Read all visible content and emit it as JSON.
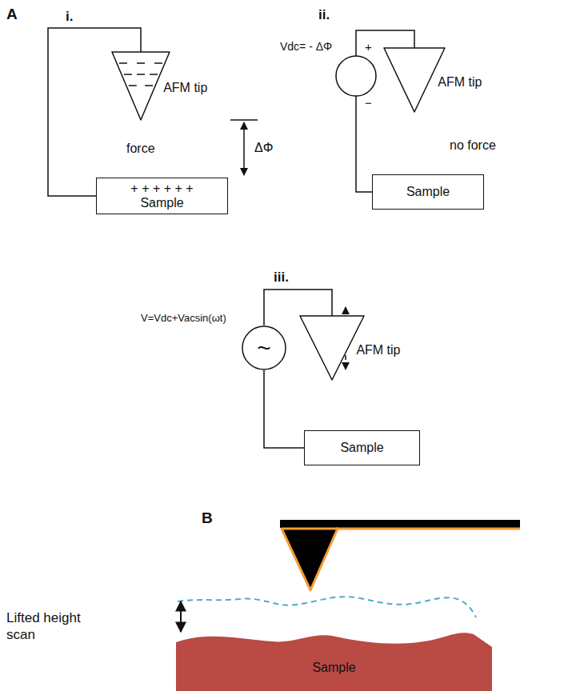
{
  "diagram": {
    "nodes": [
      {
        "text": [
          "AFM tip"
        ]
      },
      {
        "text": [
          "+ + + + + +",
          "Sample"
        ]
      },
      {
        "text": [
          "AFM tip"
        ]
      },
      {
        "text": [
          "Sample"
        ]
      },
      {
        "text": [
          "~"
        ]
      },
      {
        "text": [
          "AFM tip"
        ]
      },
      {
        "text": [
          "Sample"
        ]
      },
      {
        "text": [
          "Sample"
        ]
      }
    ],
    "edges": [
      {
        "from": 0,
        "to": 1,
        "arrow": "none"
      },
      {
        "from": 2,
        "to": 3,
        "arrow": "none"
      },
      {
        "from": 4,
        "to": 5,
        "arrow": "none"
      },
      {
        "from": 4,
        "to": 6,
        "arrow": "none"
      }
    ],
    "labels": [
      "A",
      "i.",
      "force",
      "ΔΦ",
      "ii.",
      "Vdc= - ΔΦ",
      "+",
      "−",
      "no force",
      "iii.",
      "V=Vdc+Vacsin(ωt)",
      "B",
      "Lifted height scan"
    ]
  }
}
